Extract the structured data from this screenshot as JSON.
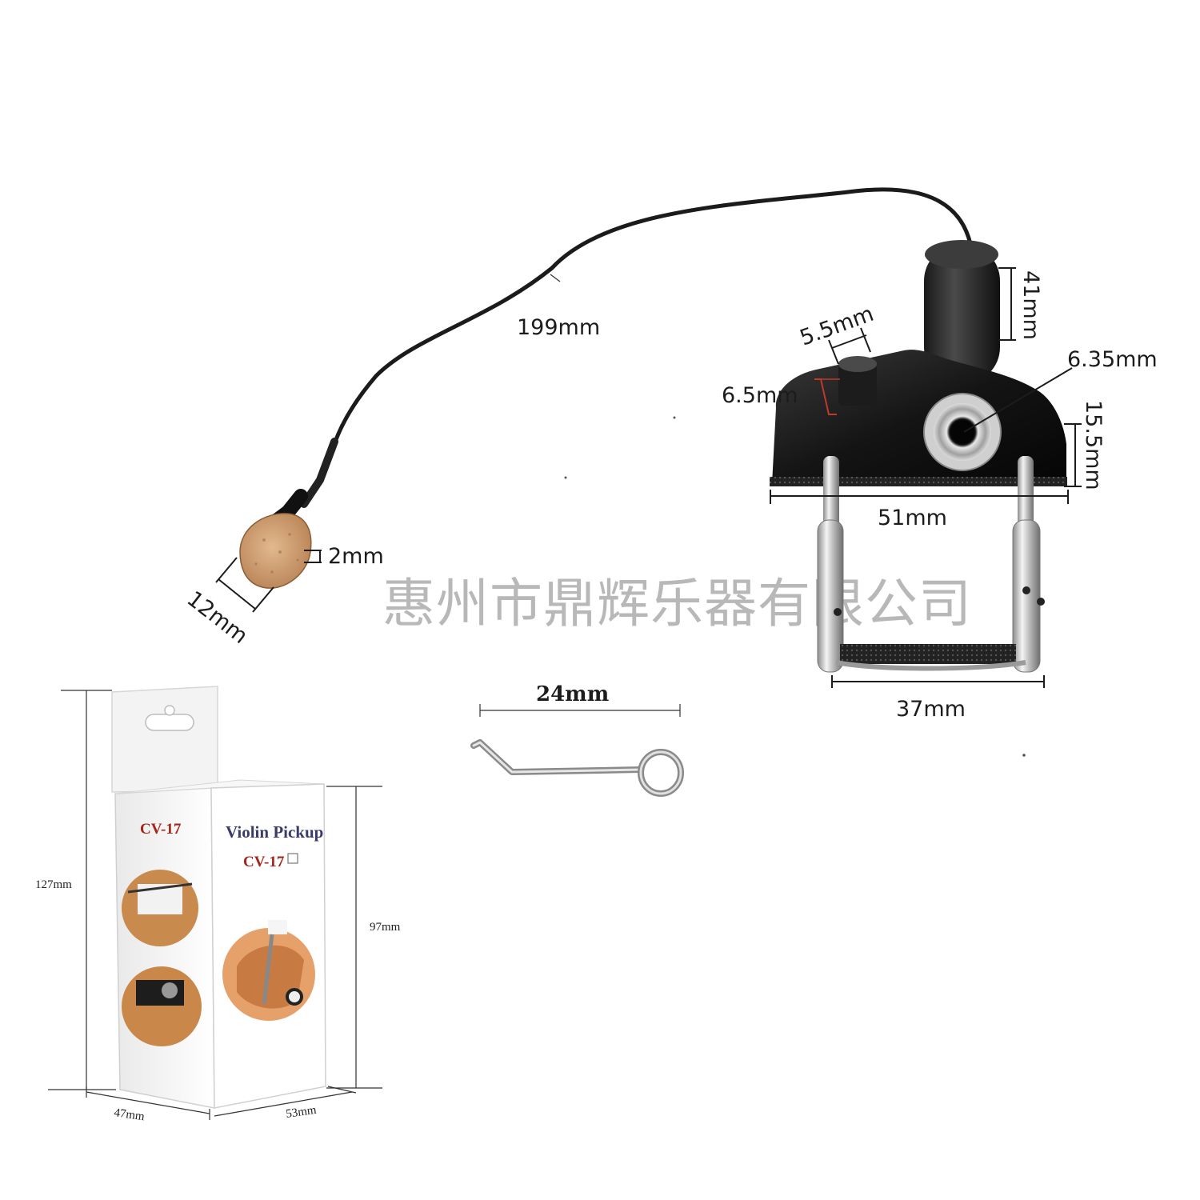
{
  "product": {
    "model_label": "CV-17",
    "title": "Violin Pickup",
    "watermark": "惠州市鼎辉乐器有限公司"
  },
  "dimensions": {
    "cable": "199mm",
    "thumb_width": "12mm",
    "thumb_thickness": "2mm",
    "knob_width": "5.5mm",
    "knob_height": "6.5mm",
    "barrel_height": "41mm",
    "jack": "6.35mm",
    "body_height": "15.5mm",
    "body_width": "51mm",
    "clamp_width": "37mm",
    "tool_length": "24mm",
    "box_height": "127mm",
    "box_front_height": "97mm",
    "box_depth": "47mm",
    "box_width": "53mm"
  },
  "icons": [
    "sensor-pad-icon",
    "jack-housing-icon",
    "clamp-icon",
    "hook-tool-icon",
    "package-box-icon"
  ]
}
